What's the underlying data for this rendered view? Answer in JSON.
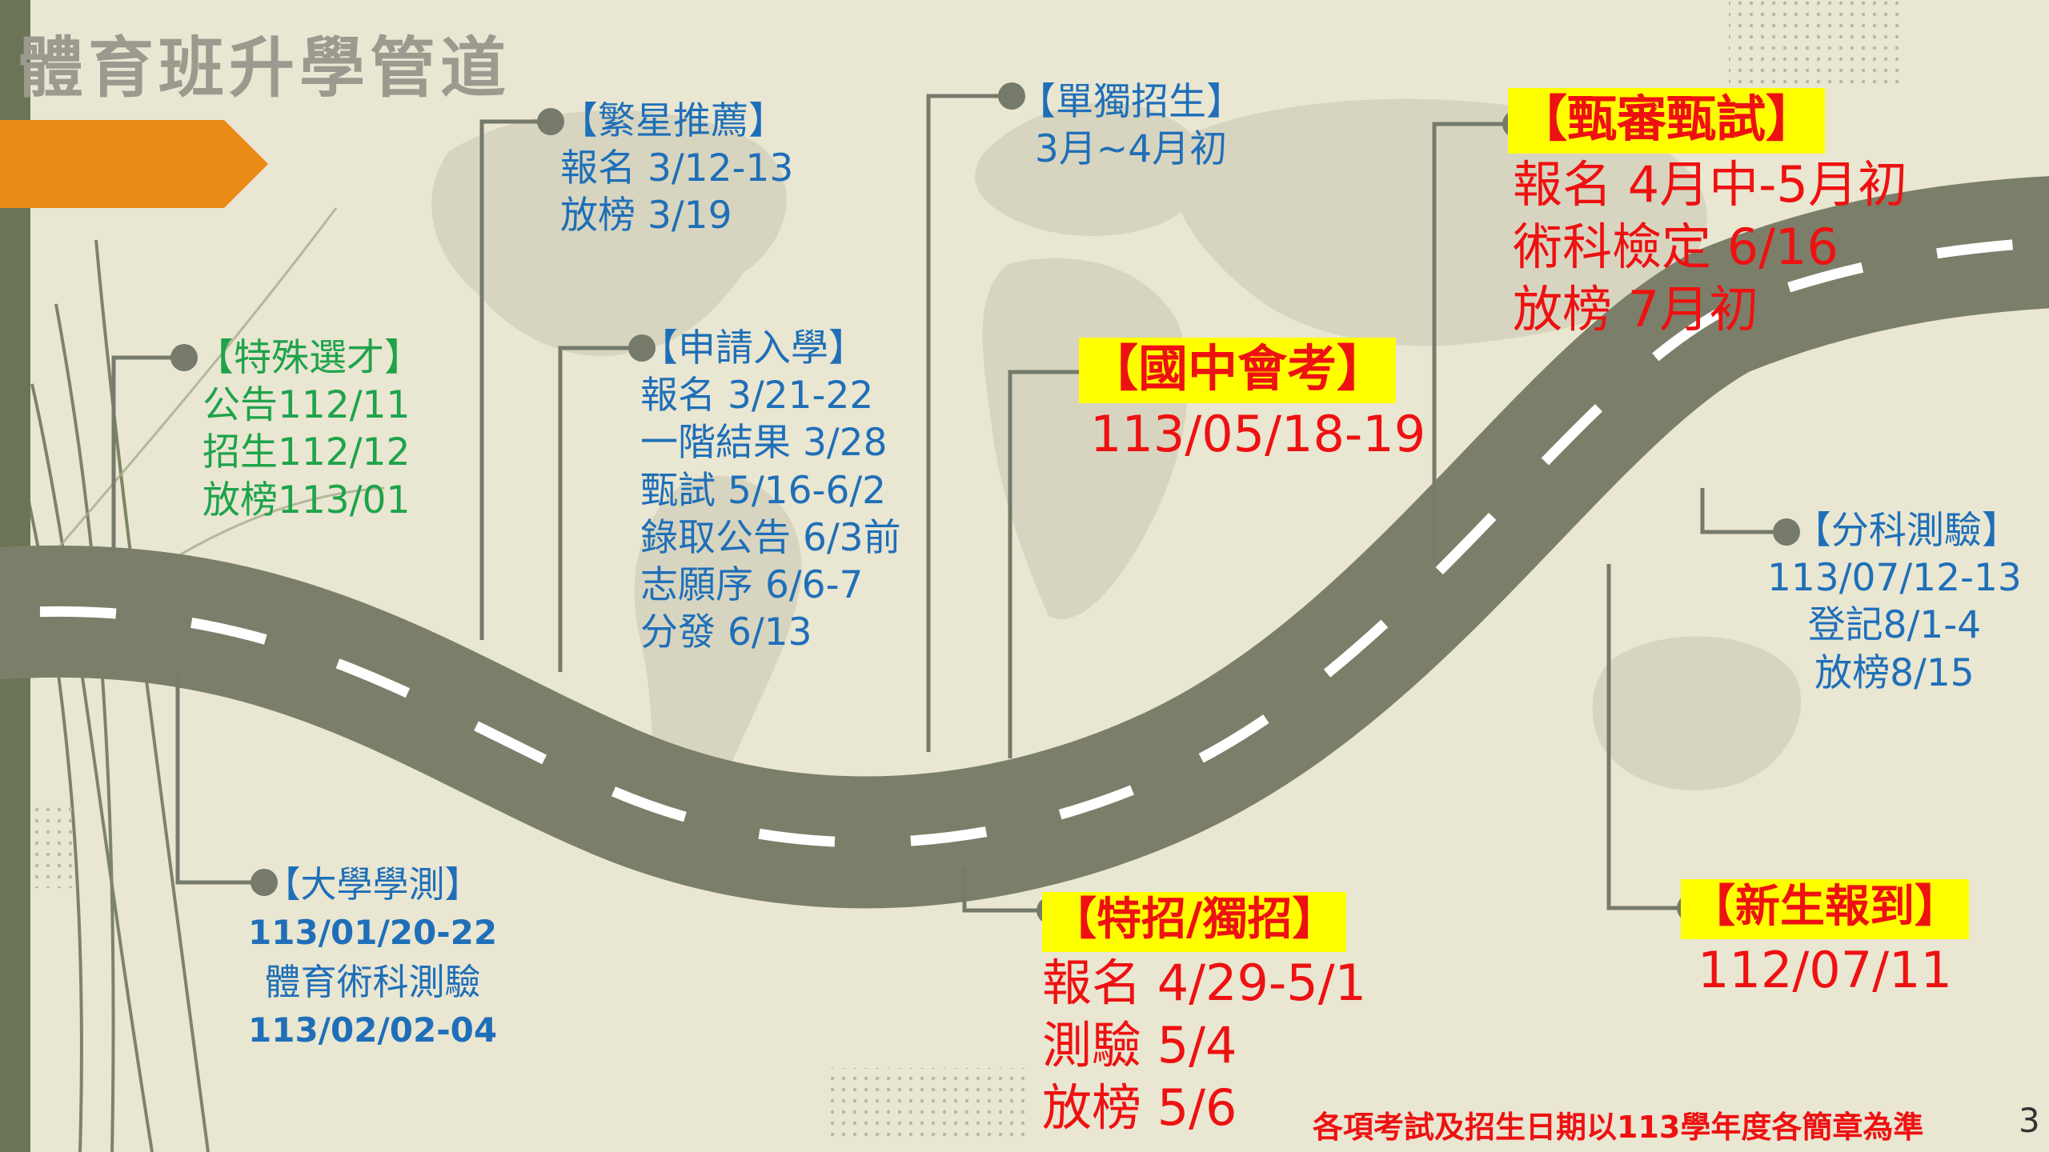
{
  "title": "體育班升學管道",
  "footnote": "各項考試及招生日期以113學年度各簡章為準",
  "page_number": "3",
  "milestones": {
    "special": {
      "heading": "【特殊選才】",
      "lines": [
        "公告112/11",
        "招生112/12",
        "放榜113/01"
      ]
    },
    "star": {
      "heading": "【繁星推薦】",
      "lines": [
        "報名 3/12-13",
        "放榜 3/19"
      ]
    },
    "apply": {
      "heading": "【申請入學】",
      "lines": [
        "報名 3/21-22",
        "一階結果 3/28",
        "甄試 5/16-6/2",
        "錄取公告 6/3前",
        "志願序 6/6-7",
        "分發 6/13"
      ]
    },
    "single": {
      "heading": "【單獨招生】",
      "lines": [
        "3月~4月初"
      ]
    },
    "cap": {
      "heading": "【國中會考】",
      "lines": [
        "113/05/18-19"
      ]
    },
    "screen": {
      "heading": "【甄審甄試】",
      "lines": [
        "報名 4月中-5月初",
        "術科檢定 6/16",
        "放榜 7月初"
      ]
    },
    "subject": {
      "heading": "【分科測驗】",
      "lines": [
        "113/07/12-13",
        "登記8/1-4",
        "放榜8/15"
      ]
    },
    "gsat": {
      "heading": "【大學學測】",
      "lines": [
        "113/01/20-22",
        "體育術科測驗",
        "113/02/02-04"
      ]
    },
    "special_single": {
      "heading": "【特招/獨招】",
      "lines": [
        "報名 4/29-5/1",
        "測驗 5/4",
        "放榜 5/6"
      ]
    },
    "freshman": {
      "heading": "【新生報到】",
      "lines": [
        "112/07/11"
      ]
    }
  },
  "colors": {
    "road": "#7b7f6a",
    "connector": "#767a6b",
    "accent_orange": "#e98a14",
    "sidebar": "#6b7454",
    "highlight": "#ffff00",
    "blue_text": "#1f6fb8",
    "green_text": "#1ea34a",
    "red_text": "#ee1111"
  }
}
